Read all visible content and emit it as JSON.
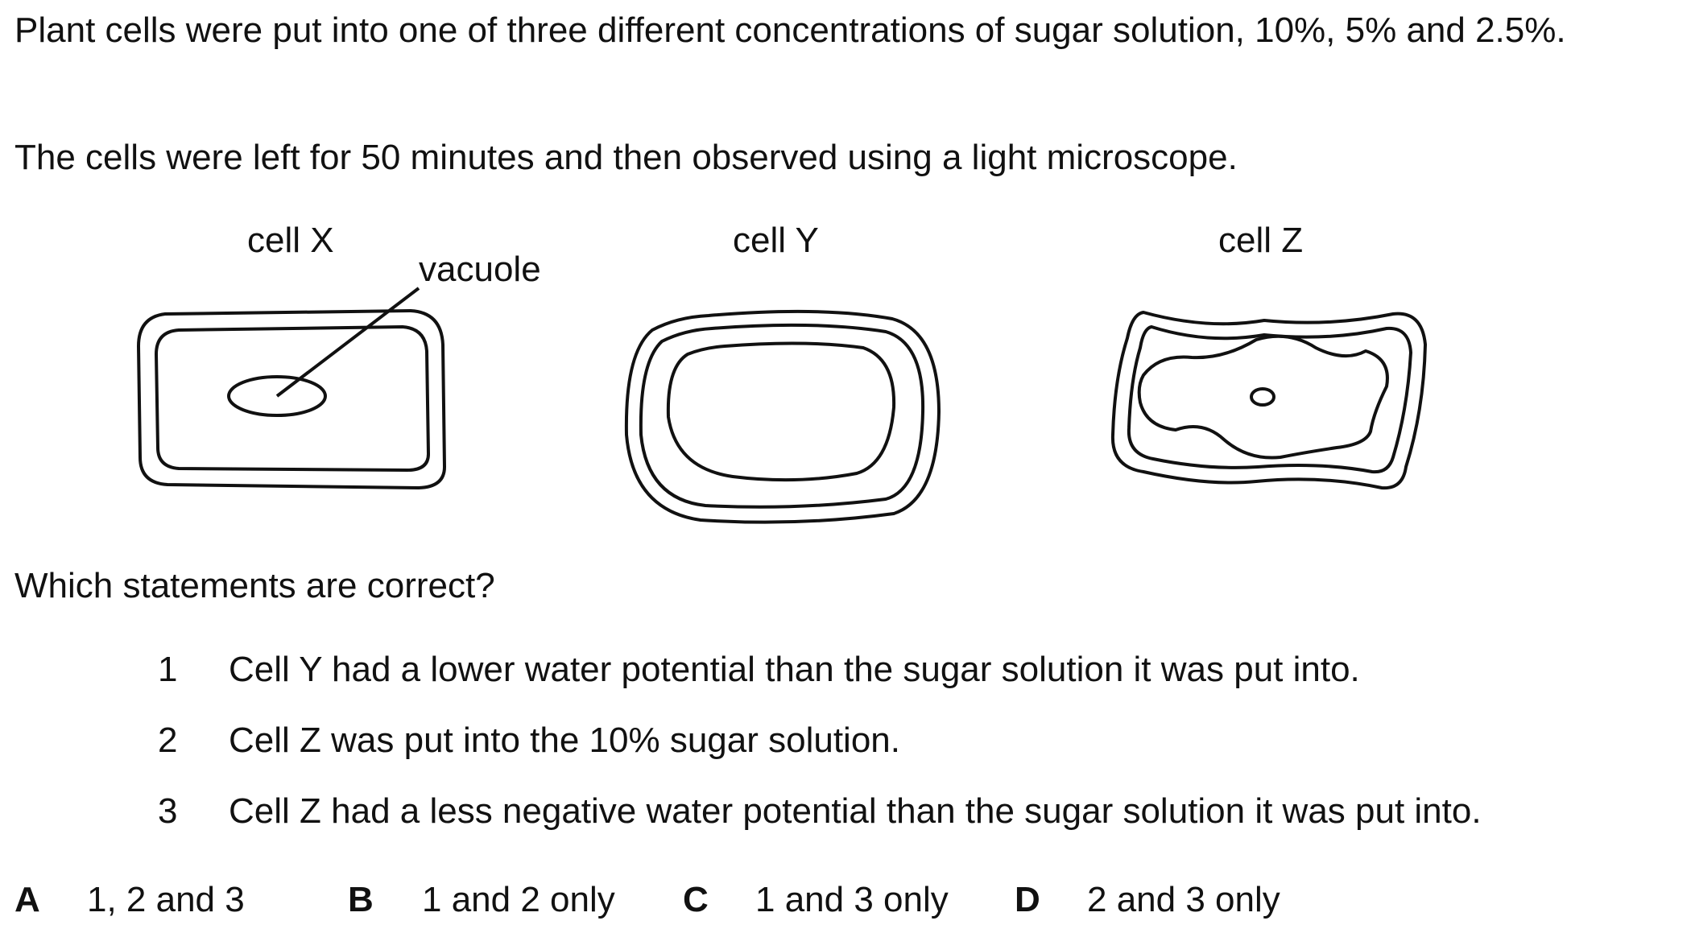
{
  "intro": {
    "line1": "Plant cells were put into one of three different concentrations of sugar solution, 10%, 5% and 2.5%.",
    "line2": "The cells were left for 50 minutes and then observed using a light microscope."
  },
  "diagram": {
    "cell_x_label": "cell X",
    "cell_y_label": "cell Y",
    "cell_z_label": "cell Z",
    "vacuole_label": "vacuole"
  },
  "question": "Which statements are correct?",
  "statements": [
    {
      "num": "1",
      "text": "Cell Y had a lower water potential than the sugar solution it was put into."
    },
    {
      "num": "2",
      "text": "Cell Z was put into the 10% sugar solution."
    },
    {
      "num": "3",
      "text": "Cell Z had a less negative water potential than the sugar solution it was put into."
    }
  ],
  "options": [
    {
      "letter": "A",
      "text": "1, 2 and 3"
    },
    {
      "letter": "B",
      "text": "1 and 2 only"
    },
    {
      "letter": "C",
      "text": "1 and 3 only"
    },
    {
      "letter": "D",
      "text": "2 and 3 only"
    }
  ]
}
